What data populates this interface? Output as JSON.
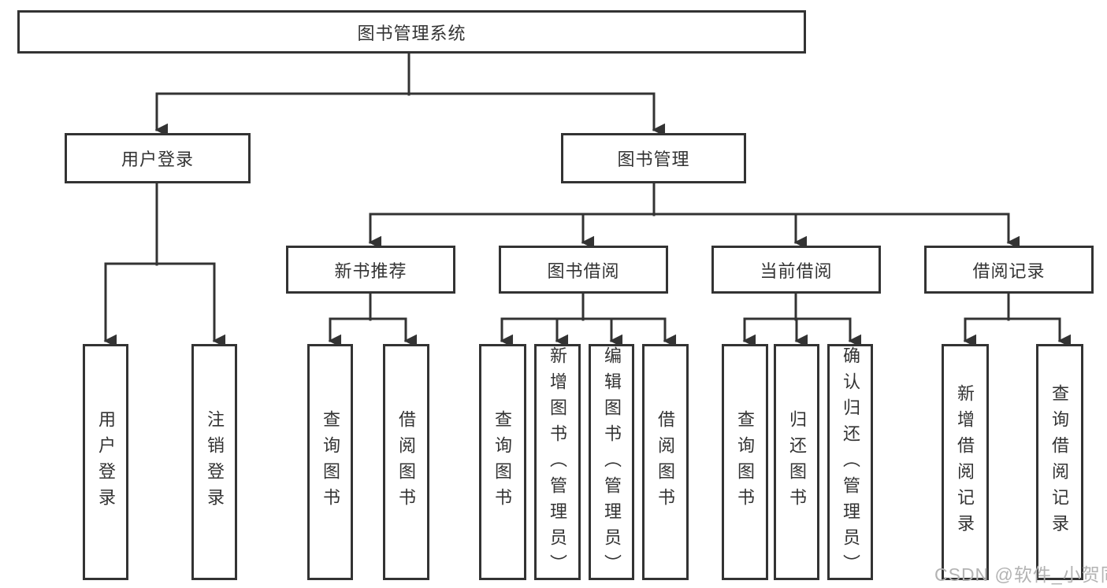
{
  "title": "图书管理系统",
  "watermark": "CSDN @软件_小贺同学",
  "nodes": {
    "root": {
      "label": "图书管理系统"
    },
    "user_login": {
      "label": "用户登录"
    },
    "book_mgmt": {
      "label": "图书管理"
    },
    "new_book_rec": {
      "label": "新书推荐"
    },
    "book_borrow": {
      "label": "图书借阅"
    },
    "current_borrow": {
      "label": "当前借阅"
    },
    "borrow_records": {
      "label": "借阅记录"
    },
    "leaf_user_login": {
      "label": "用户登录"
    },
    "leaf_logout": {
      "label": "注销登录"
    },
    "leaf_query_book_rec": {
      "label": "查询图书"
    },
    "leaf_borrow_book_rec": {
      "label": "借阅图书"
    },
    "leaf_query_book_borrow": {
      "label": "查询图书"
    },
    "leaf_add_book": {
      "label": "新增图书（管理员）"
    },
    "leaf_edit_book": {
      "label": "编辑图书（管理员）"
    },
    "leaf_borrow_book": {
      "label": "借阅图书"
    },
    "leaf_query_book_current": {
      "label": "查询图书"
    },
    "leaf_return_book": {
      "label": "归还图书"
    },
    "leaf_confirm_return": {
      "label": "确认归还（管理员）"
    },
    "leaf_add_borrow_record": {
      "label": "新增借阅记录"
    },
    "leaf_query_borrow_record": {
      "label": "查询借阅记录"
    }
  },
  "hierarchy": {
    "图书管理系统": {
      "用户登录": [
        "用户登录",
        "注销登录"
      ],
      "图书管理": {
        "新书推荐": [
          "查询图书",
          "借阅图书"
        ],
        "图书借阅": [
          "查询图书",
          "新增图书（管理员）",
          "编辑图书（管理员）",
          "借阅图书"
        ],
        "当前借阅": [
          "查询图书",
          "归还图书",
          "确认归还（管理员）"
        ],
        "借阅记录": [
          "新增借阅记录",
          "查询借阅记录"
        ]
      }
    }
  },
  "colors": {
    "line": "#333333",
    "box_bg": "#ffffff",
    "watermark": "#b3b3b3"
  }
}
